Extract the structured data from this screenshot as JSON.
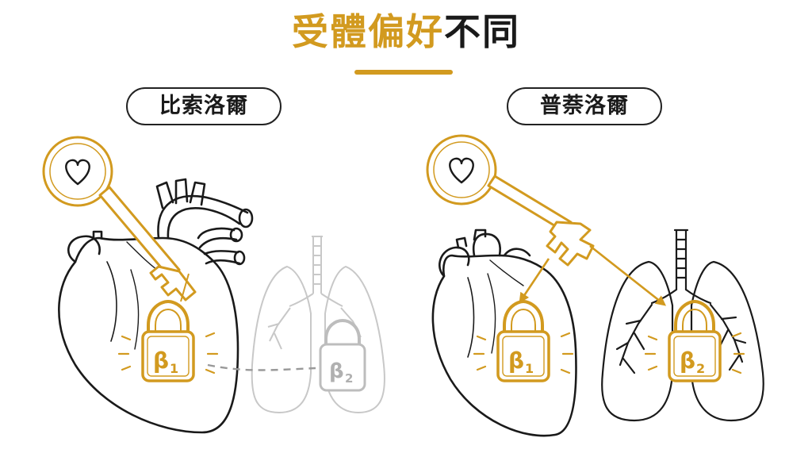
{
  "title": {
    "highlight": "受體偏好",
    "rest": "不同"
  },
  "left_panel": {
    "drug_label": "比索洛爾",
    "receptor_primary": "β",
    "receptor_primary_sub": "1",
    "receptor_secondary": "β",
    "receptor_secondary_sub": "2"
  },
  "right_panel": {
    "drug_label": "普萘洛爾",
    "receptor_primary": "β",
    "receptor_primary_sub": "1",
    "receptor_secondary": "β",
    "receptor_secondary_sub": "2"
  },
  "icons": {
    "key": "key-icon",
    "key_head_symbol": "heart-icon",
    "lock": "padlock-icon",
    "organ_heart": "heart-organ-icon",
    "organ_lungs": "lungs-icon"
  },
  "colors": {
    "accent": "#d29a1f",
    "ink": "#1a1a1a",
    "faded": "#bdbdbd"
  }
}
